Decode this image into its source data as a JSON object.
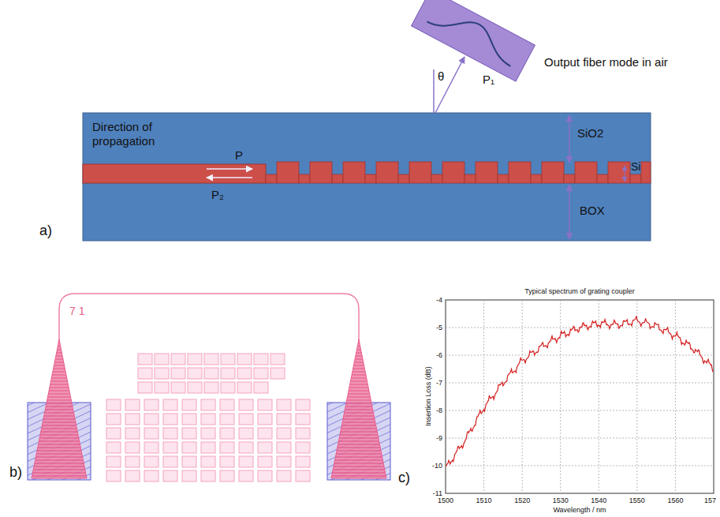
{
  "diagram": {
    "labels": [
      "a)",
      "Direction of propagation",
      "P",
      "P₂",
      "θ",
      "P₁",
      "Output fiber mode in air",
      "SiO2",
      "Si",
      "BOX",
      "b)",
      "7 1",
      "c)",
      "Typical spectrum of grating coupler",
      "Insertion Loss (dB)",
      "Wavelength / nm",
      "-4",
      "-5",
      "-6",
      "-7",
      "-8",
      "-9",
      "-10",
      "-11",
      "1500",
      "1510",
      "1520",
      "1530",
      "1540",
      "1550",
      "1560",
      "157"
    ]
  }
}
